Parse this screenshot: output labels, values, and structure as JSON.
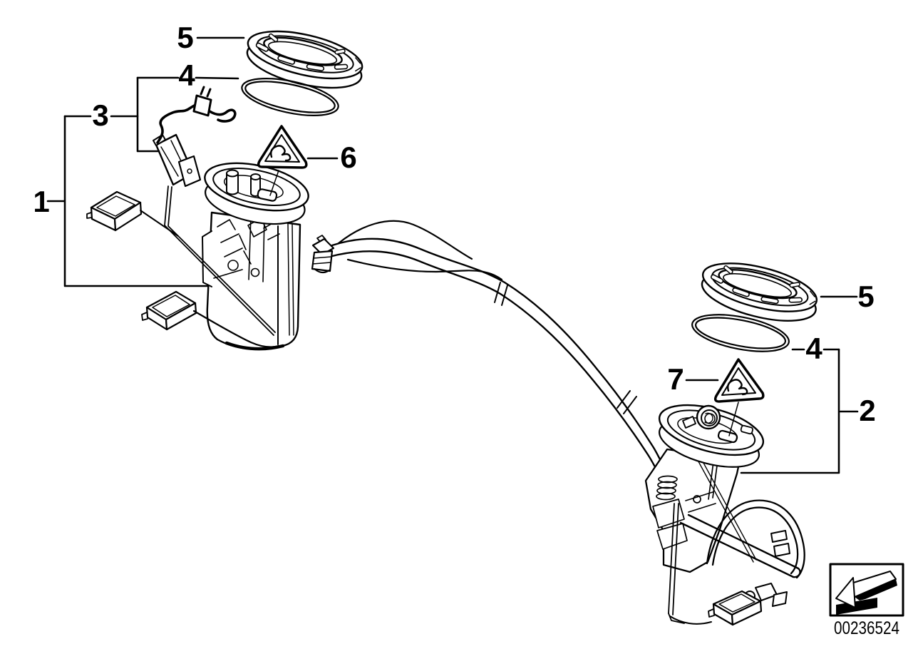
{
  "diagram": {
    "part_number": "00236524",
    "callouts": [
      {
        "id": "left-5",
        "label": "5"
      },
      {
        "id": "left-4",
        "label": "4"
      },
      {
        "id": "left-3",
        "label": "3"
      },
      {
        "id": "left-1",
        "label": "1"
      },
      {
        "id": "left-6",
        "label": "6"
      },
      {
        "id": "right-5",
        "label": "5"
      },
      {
        "id": "right-4",
        "label": "4"
      },
      {
        "id": "right-7",
        "label": "7"
      },
      {
        "id": "right-2",
        "label": "2"
      }
    ],
    "colors": {
      "line": "#000000",
      "background": "#ffffff"
    }
  }
}
